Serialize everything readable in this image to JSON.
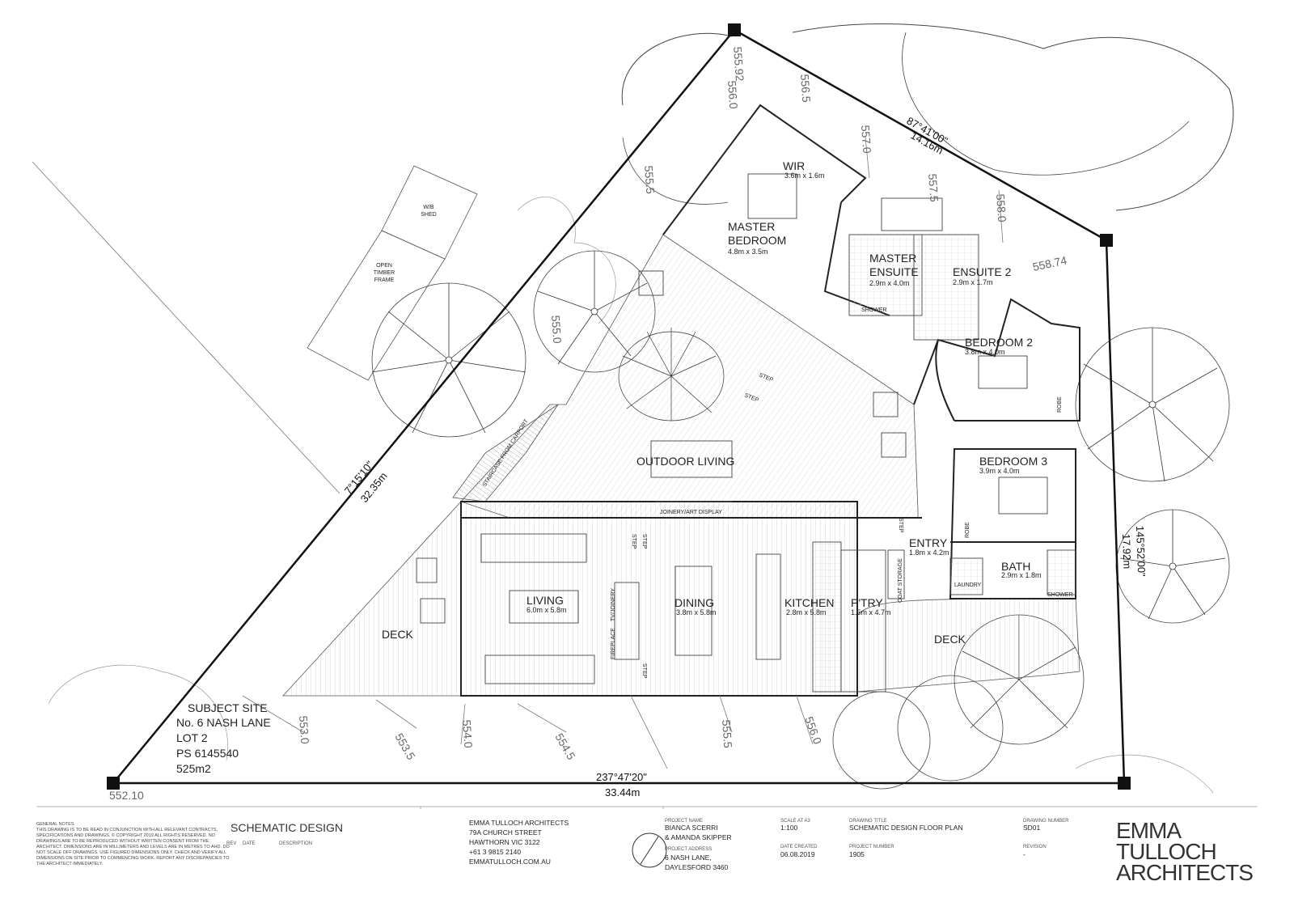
{
  "rooms": [
    {
      "id": "wir",
      "name": "WIR",
      "dims": "3.6m x 1.6m"
    },
    {
      "id": "master-bedroom",
      "name": "MASTER\nBEDROOM",
      "dims": "4.8m x 3.5m"
    },
    {
      "id": "master-ensuite",
      "name": "MASTER\nENSUITE",
      "dims": "2.9m x 4.0m"
    },
    {
      "id": "ensuite-2",
      "name": "ENSUITE 2",
      "dims": "2.9m x 1.7m"
    },
    {
      "id": "bedroom-2",
      "name": "BEDROOM 2",
      "dims": "3.8m x 4.0m"
    },
    {
      "id": "bedroom-3",
      "name": "BEDROOM 3",
      "dims": "3.9m x 4.0m"
    },
    {
      "id": "outdoor-living",
      "name": "OUTDOOR LIVING",
      "dims": ""
    },
    {
      "id": "entry",
      "name": "ENTRY",
      "dims": "1.8m x 4.2m"
    },
    {
      "id": "bath",
      "name": "BATH",
      "dims": "2.9m x 1.8m"
    },
    {
      "id": "living",
      "name": "LIVING",
      "dims": "6.0m x 5.8m"
    },
    {
      "id": "dining",
      "name": "DINING",
      "dims": "3.8m x 5.8m"
    },
    {
      "id": "kitchen",
      "name": "KITCHEN",
      "dims": "2.8m x 5.8m"
    },
    {
      "id": "pantry",
      "name": "P'TRY",
      "dims": "1.5m x 4.7m"
    },
    {
      "id": "deck-left",
      "name": "DECK",
      "dims": ""
    },
    {
      "id": "deck-right",
      "name": "DECK",
      "dims": ""
    }
  ],
  "small_labels": {
    "shed": "W/B\nSHED",
    "open_timber_frame": "OPEN\nTIMBER\nFRAME",
    "joinery": "JOINERY/ART DISPLAY",
    "step": "STEP",
    "coat_storage": "COAT STORAGE",
    "fireplace": "FIREPLACE",
    "tv_joinery": "TV/JOINERY",
    "laundry": "LAUNDRY",
    "shower": "SHOWER",
    "robe": "ROBE",
    "staircase": "STAIRCASE FROM CARPORT"
  },
  "boundaries": [
    {
      "id": "north-east",
      "bearing": "87°41'00\"",
      "length": "14.16m"
    },
    {
      "id": "east",
      "bearing": "145°52'00\"",
      "length": "17.92m"
    },
    {
      "id": "south",
      "bearing": "237°47'20\"",
      "length": "33.44m"
    },
    {
      "id": "north-west",
      "bearing": "7°15'10\"",
      "length": "32.35m"
    }
  ],
  "contours": [
    "556.0",
    "556.5",
    "557.0",
    "557.5",
    "558.0",
    "555.5",
    "555.0",
    "553.0",
    "553.5",
    "554.0",
    "554.5",
    "555.5",
    "556.0"
  ],
  "spot_levels": [
    "555.92",
    "558.74",
    "552.10"
  ],
  "subject_site": {
    "heading": "SUBJECT SITE",
    "address": "No. 6 NASH LANE",
    "lot": "LOT 2",
    "ps": "PS 6145540",
    "area": "525m2"
  },
  "title_block": {
    "general_notes_label": "GENERAL NOTES",
    "general_notes": "THIS DRAWING IS TO BE READ IN CONJUNCTION WITH ALL RELEVANT CONTRACTS, SPECIFICATIONS AND DRAWINGS. © COPYRIGHT 2019 ALL RIGHTS RESERVED. NO DRAWINGS ARE TO BE REPRODUCED WITHOUT WRITTEN CONSENT FROM THE ARCHITECT. DIMENSIONS ARE IN MILLIMETERS AND LEVELS ARE IN METRES TO AHD. DO NOT SCALE OFF DRAWINGS. USE FIGURED DIMENSIONS ONLY. CHECK AND VERIFY ALL DIMENSIONS ON SITE PRIOR TO COMMENCING WORK. REPORT ANY DISCREPANCIES TO THE ARCHITECT IMMEDIATELY.",
    "stage": "SCHEMATIC DESIGN",
    "rev_label": "REV",
    "date_label": "DATE",
    "description_label": "DESCRIPTION",
    "firm": "EMMA TULLOCH ARCHITECTS",
    "street": "79A CHURCH STREET",
    "suburb": "HAWTHORN VIC 3122",
    "phone": "+61 3 9815 2140",
    "web": "EMMATULLOCH.COM.AU",
    "project_name_label": "PROJECT NAME",
    "project_name_1": "BIANCA SCERRI",
    "project_name_2": "& AMANDA SKIPPER",
    "project_address_label": "PROJECT ADDRESS",
    "project_address_1": "6 NASH LANE,",
    "project_address_2": "DAYLESFORD 3460",
    "scale_label": "SCALE AT A3",
    "scale": "1:100",
    "date_created_label": "DATE CREATED",
    "date_created": "06.08.2019",
    "drawing_title_label": "DRAWING TITLE",
    "drawing_title": "SCHEMATIC DESIGN FLOOR PLAN",
    "project_number_label": "PROJECT NUMBER",
    "project_number": "1905",
    "drawing_number_label": "DRAWING NUMBER",
    "drawing_number": "SD01",
    "revision_label": "REVISION",
    "revision": "-",
    "logo_line_1": "EMMA",
    "logo_line_2": "TULLOCH",
    "logo_line_3": "ARCHITECTS"
  }
}
